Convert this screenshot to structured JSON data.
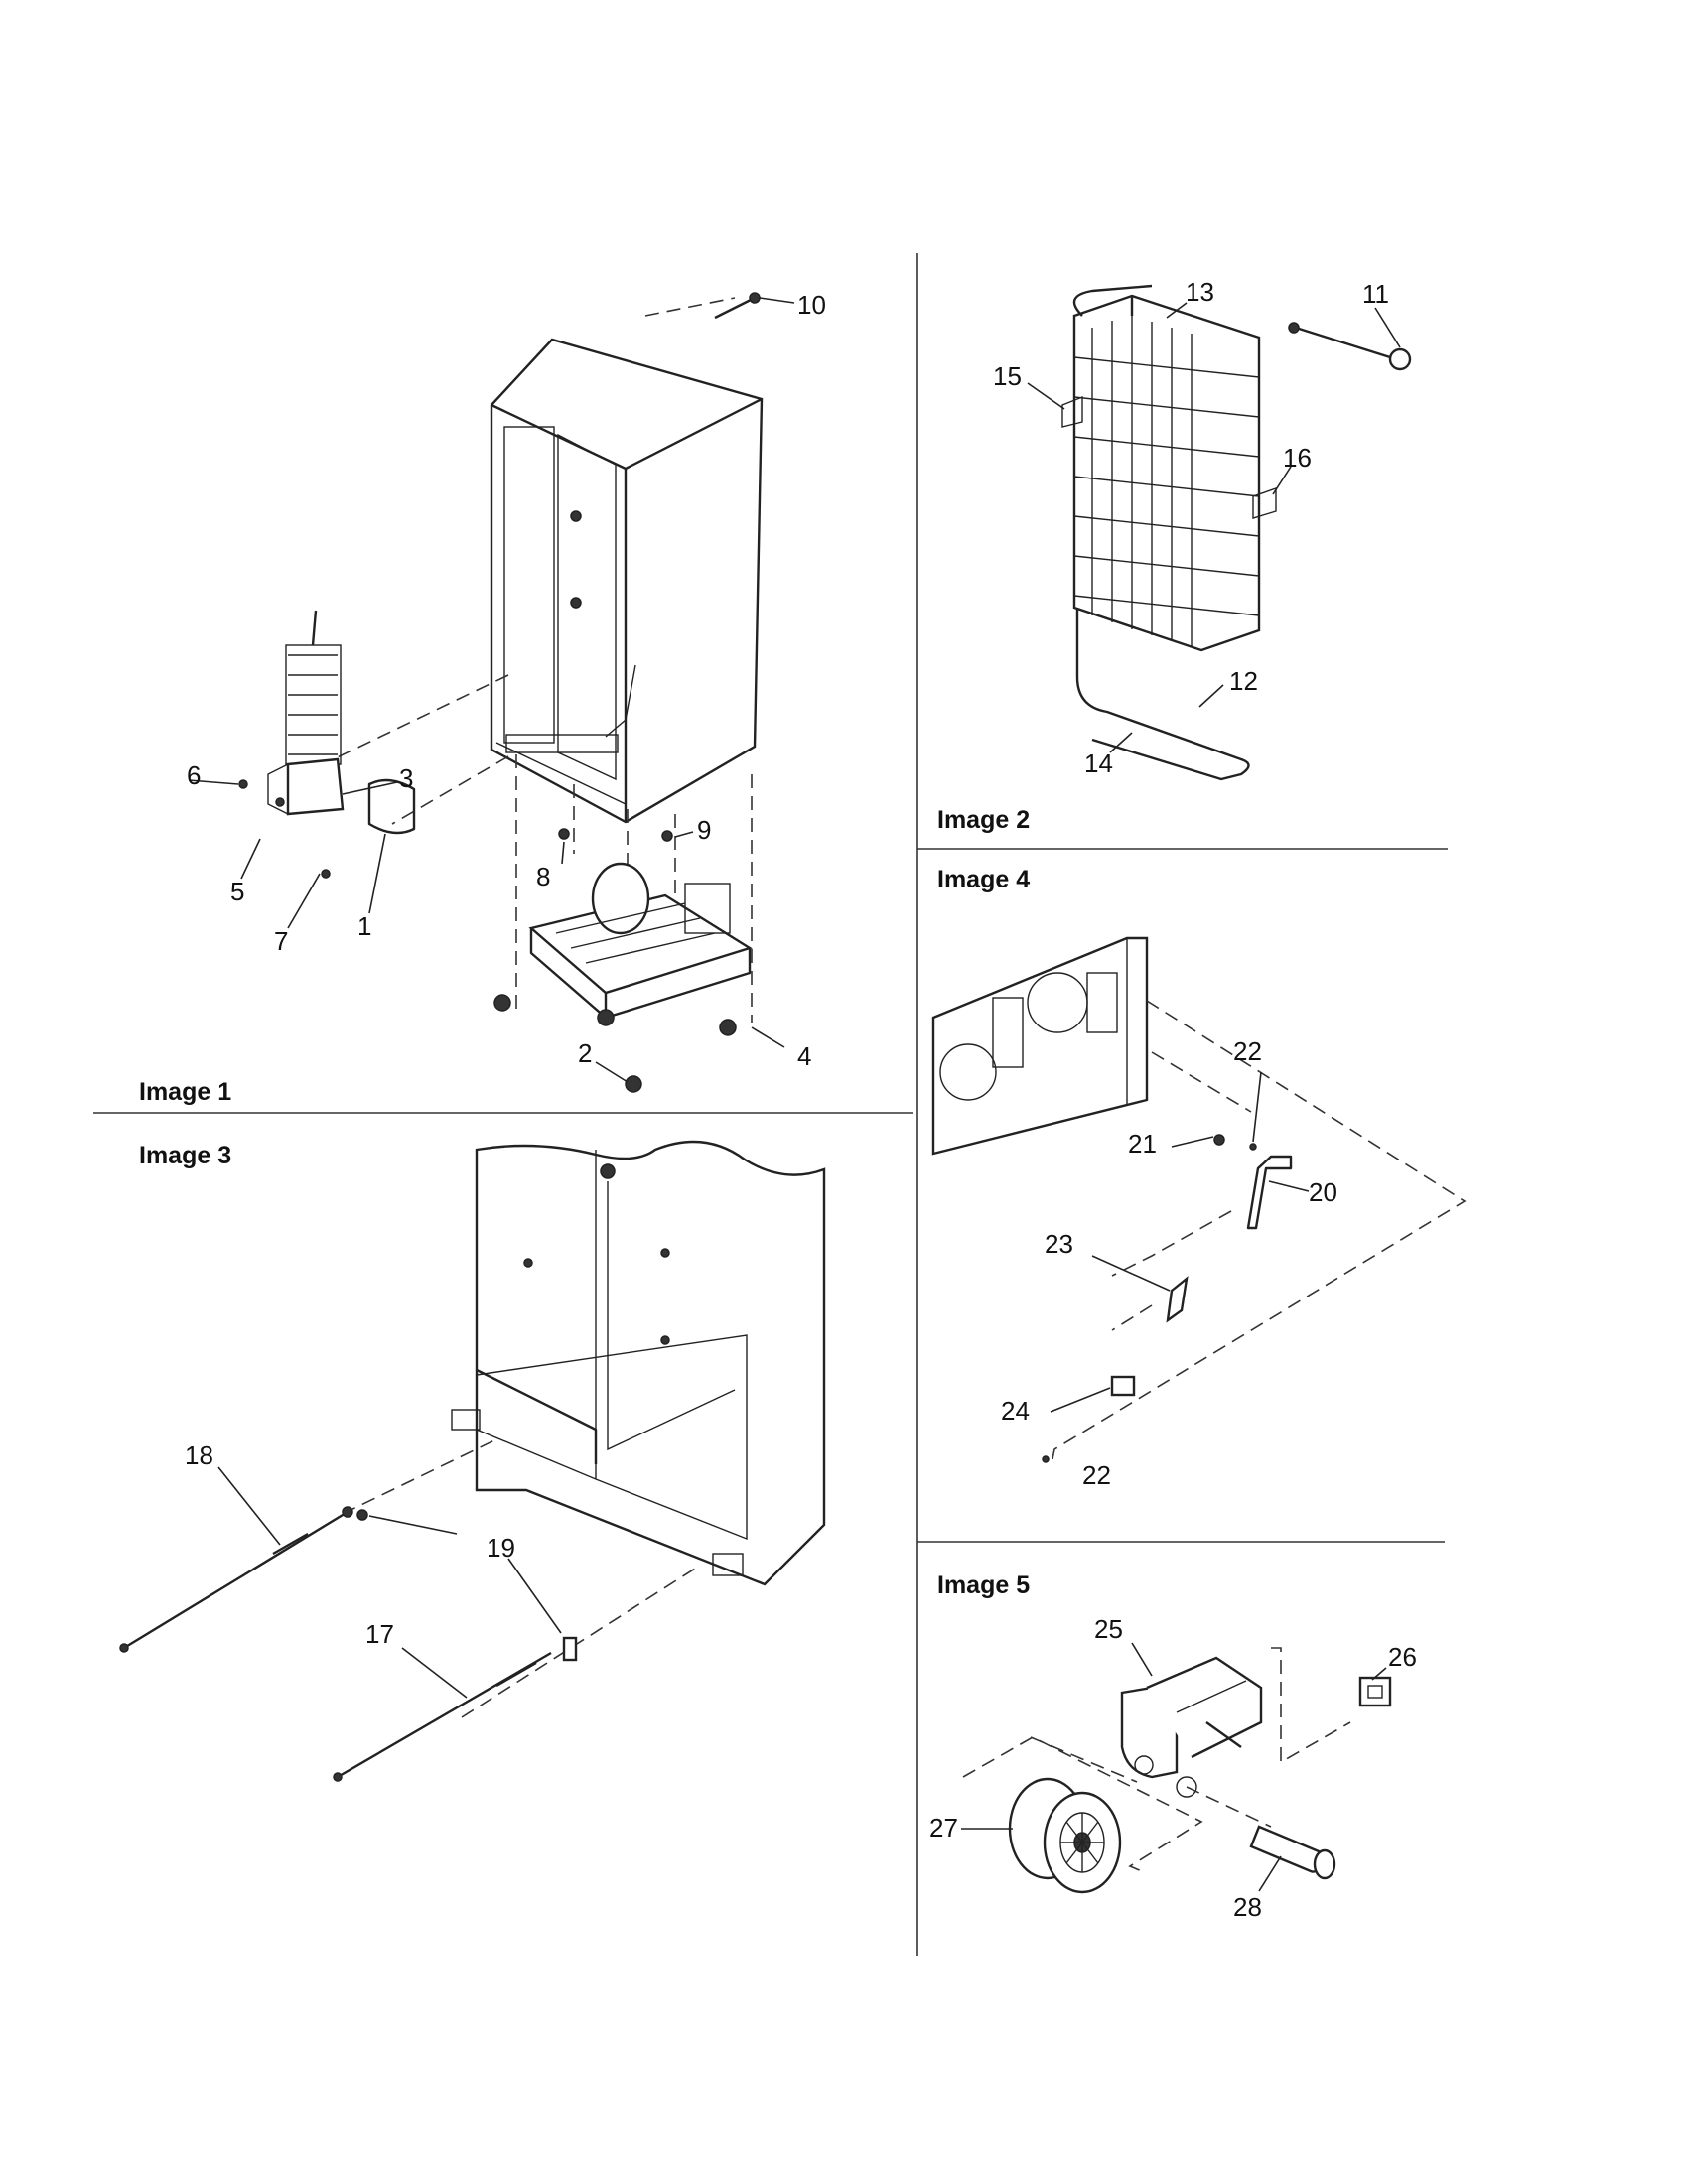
{
  "panels": [
    {
      "id": "image1",
      "label": "Image 1"
    },
    {
      "id": "image2",
      "label": "Image 2"
    },
    {
      "id": "image3",
      "label": "Image 3"
    },
    {
      "id": "image4",
      "label": "Image 4"
    },
    {
      "id": "image5",
      "label": "Image 5"
    }
  ],
  "callouts": {
    "image1": [
      "1",
      "2",
      "3",
      "4",
      "5",
      "6",
      "7",
      "8",
      "9",
      "10"
    ],
    "image2": [
      "11",
      "12",
      "13",
      "14",
      "15",
      "16"
    ],
    "image3": [
      "17",
      "18",
      "19",
      "19"
    ],
    "image4": [
      "20",
      "21",
      "22",
      "22",
      "23",
      "24"
    ],
    "image5": [
      "25",
      "26",
      "27",
      "28"
    ]
  }
}
